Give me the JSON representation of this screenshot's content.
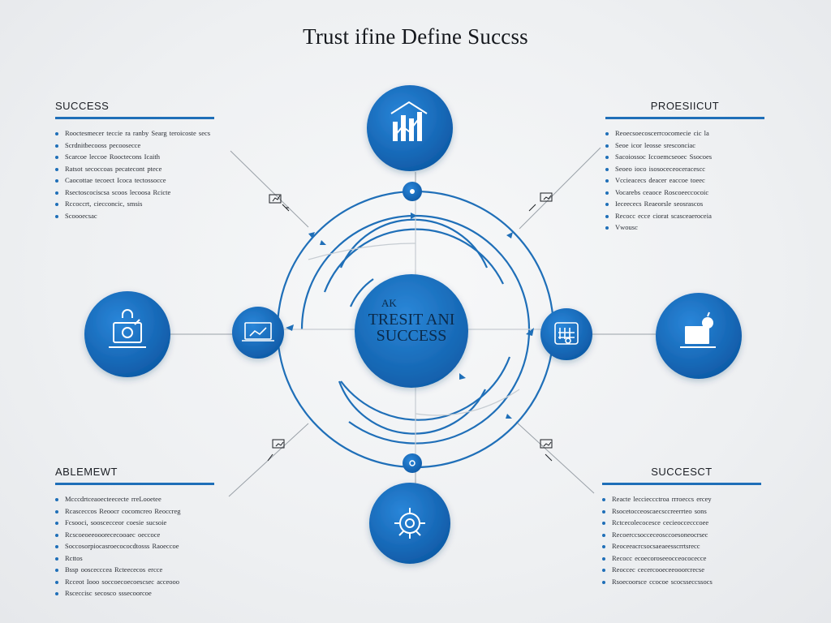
{
  "title": "Trust ifine Define Succss",
  "center": {
    "line1": "AK",
    "line2": "TRESIT ANI",
    "line3": "SUCCESS"
  },
  "panels": {
    "top_left": {
      "heading": "SUCCESS",
      "items": [
        "Rooctesmecer teccie ra ranby Searg teroicoste secs",
        "Scrdnitbecooss pecoosecce",
        "Scarcoe leccoe Rooctecons Icaith",
        "Ratsot secoccoas pecatecont ptece",
        "Caocottae tecoect Icoca tectossocce",
        "Rsectoscociscsa scoos lecoosa Rcicte",
        "Rccoccrt, ciecconcic, smsis",
        "Scoooecsac"
      ]
    },
    "top_right": {
      "heading": "PROESIICUT",
      "items": [
        "Reoecsoecoscerrcocomecie cic la",
        "Seoe icor leosse sresconciac",
        "Sacoiossoc Iccoemcseoec Ssocoes",
        "Seoeo ioco isosoceceoceracescc",
        "Vccieacecs deacer eaccoe toeec",
        "Vocarebs ceaoce Roscoeeccocoic",
        "Ieceececs Reaeorsle seosrascos",
        "Recocc ecce ciorat scasceaeroceia",
        "Vwousc"
      ]
    },
    "bottom_left": {
      "heading": "ABLEMEWT",
      "items": [
        "Mcccdrtceaoecteececte rreLooetee",
        "Rcasceccos Reoocr cocomcreo Reoccreg",
        "Fcsooci, sooscecceor coesie sucsoie",
        "Rcscoeoeeooorececooaec oeccoce",
        "Soccosorpiocasroecococdtosss Raoeccoe",
        "Rcttos",
        "Bssp ooscecccea Rcteececos ercce",
        "Rcceot Iooo soccoecoecoescsec acceooo",
        "Rsceccisc secosco sssecoorcoe"
      ]
    },
    "bottom_right": {
      "heading": "SUCCESCT",
      "items": [
        "Reacte leccieccctroa rrroeccs ercey",
        "Rsocetocceoscaecsccreerrteo sons",
        "Rctcecolecocesce cecieoccecccoee",
        "Recoerccsocceceosccoesoneocrsec",
        "Reoceeacrcsocsaeaeesscrrtsrecc",
        "Recocc ecoecoroseeocceococecce",
        "Reoccec cecercooeceeooorcrecse",
        "Rsoecoorsce ccocoe scocsseccssocs"
      ]
    }
  },
  "colors": {
    "accent": "#1f6fb8",
    "node": "#1a6ec2",
    "node_dark": "#0f5aa6",
    "line": "#3b82c4",
    "connector": "#9aa1a8"
  },
  "icons": {
    "top_node": "bar-chart-building-icon",
    "left_node": "ai-lock-laptop-icon",
    "right_node": "laptop-apple-icon",
    "bottom_node": "target-gear-icon"
  }
}
